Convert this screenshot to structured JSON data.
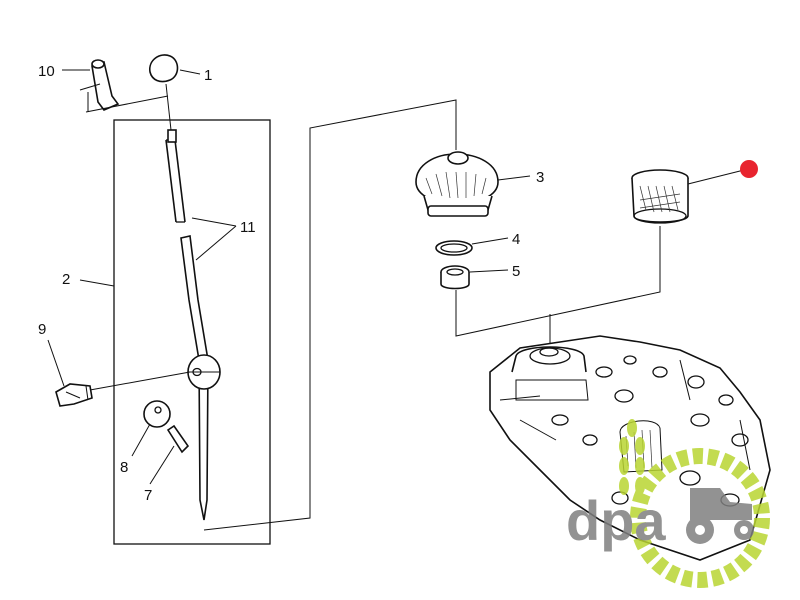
{
  "callouts": {
    "c1": "1",
    "c2": "2",
    "c3": "3",
    "c4": "4",
    "c5": "5",
    "c7": "7",
    "c8": "8",
    "c9": "9",
    "c10": "10",
    "c11": "11"
  },
  "watermark": {
    "text": "dpa",
    "text_color": "#7f7f7f",
    "logo_color": "#b9d532"
  },
  "marker": {
    "color": "#e8242f"
  }
}
